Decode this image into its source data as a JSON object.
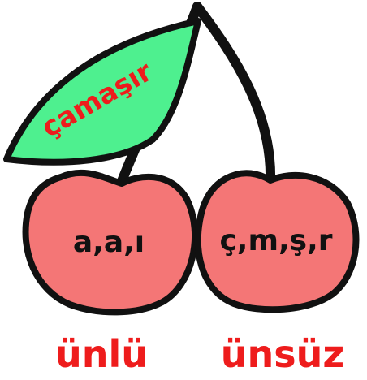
{
  "leaf": {
    "word": "çamaşır",
    "fill_color": "#4ef08f",
    "text_color": "#ee1c1c"
  },
  "cherries": [
    {
      "letters": "a,a,ı"
    },
    {
      "letters": "ç,m,ş,r"
    }
  ],
  "labels": {
    "left": "ünlü",
    "right": "ünsüz"
  },
  "colors": {
    "cherry_fill": "#f47676",
    "outline": "#111111",
    "label": "#ee1c1c",
    "cherry_text": "#111111"
  }
}
